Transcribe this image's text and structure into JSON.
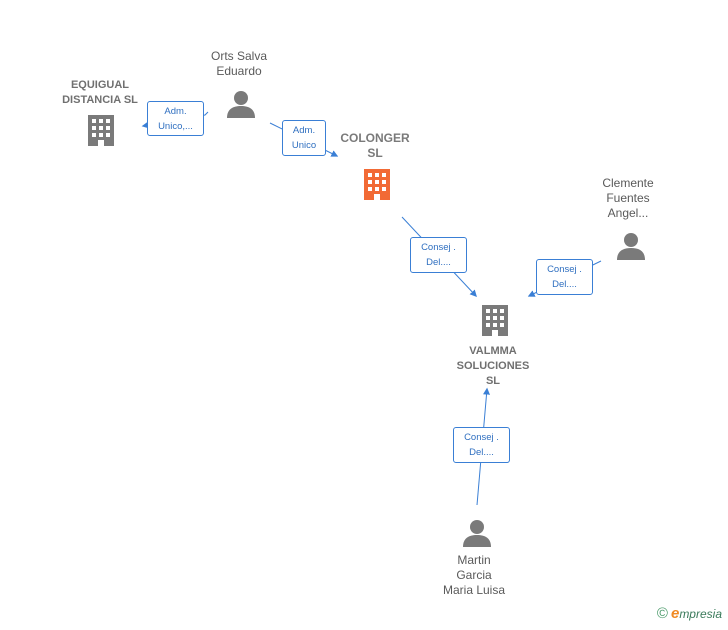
{
  "nodes": {
    "equigual": {
      "label": "EQUIGUAL\nDISTANCIA  SL",
      "type": "company"
    },
    "orts": {
      "label": "Orts Salva\nEduardo",
      "type": "person"
    },
    "colonger": {
      "label": "COLONGER\nSL",
      "type": "company",
      "highlight": true
    },
    "clemente": {
      "label": "Clemente\nFuentes\nAngel...",
      "type": "person"
    },
    "valmma": {
      "label": "VALMMA\nSOLUCIONES\nSL",
      "type": "company"
    },
    "martin": {
      "label": "Martin\nGarcia\nMaria Luisa",
      "type": "person"
    }
  },
  "edges": {
    "orts_equigual": {
      "line1": "Adm.",
      "line2": "Unico,..."
    },
    "orts_colonger": {
      "line1": "Adm.",
      "line2": "Unico"
    },
    "colonger_valmma": {
      "line1": "Consej .",
      "line2": "Del...."
    },
    "clemente_valmma": {
      "line1": "Consej .",
      "line2": "Del...."
    },
    "martin_valmma": {
      "line1": "Consej .",
      "line2": "Del...."
    }
  },
  "colors": {
    "edge": "#3a7fd5",
    "company_icon": "#7a7a7a",
    "main_company_icon": "#f26a35",
    "person_icon": "#7a7a7a"
  },
  "footer": {
    "copyright": "©",
    "brand_initial": "e",
    "brand_rest": "mpresia"
  }
}
